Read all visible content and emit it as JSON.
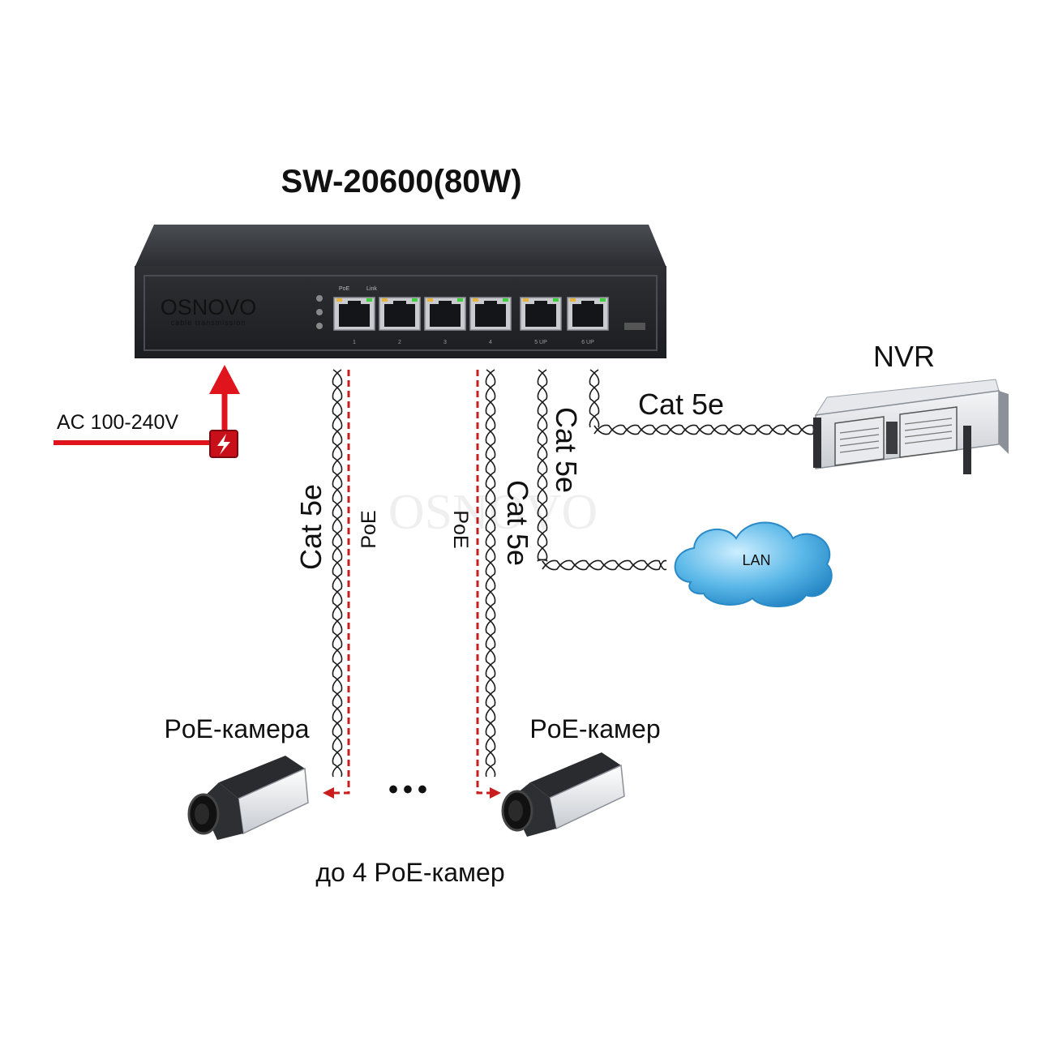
{
  "title": "SW-20600(80W)",
  "switch": {
    "brand": "OSNOVO",
    "brand_tagline": "cable transmission",
    "led_header_poe": "PoE",
    "led_header_link": "Link",
    "port_labels": [
      "1",
      "2",
      "3",
      "4",
      "5 UP",
      "6 UP"
    ]
  },
  "power_label": "AC 100-240V",
  "nvr_label": "NVR",
  "lan_label": "LAN",
  "cable_label": "Cat 5e",
  "poe_label": "PoE",
  "camera_label_left": "PoE-камера",
  "camera_label_right": "PoE-камер",
  "ellipsis": "•••",
  "bottom_caption": "до 4 PoE-камер",
  "colors": {
    "switch_body": "#2b2d30",
    "power_red": "#e0141c",
    "poe_red": "#c81e1e",
    "cloud_blue": "#3aa6dc"
  }
}
